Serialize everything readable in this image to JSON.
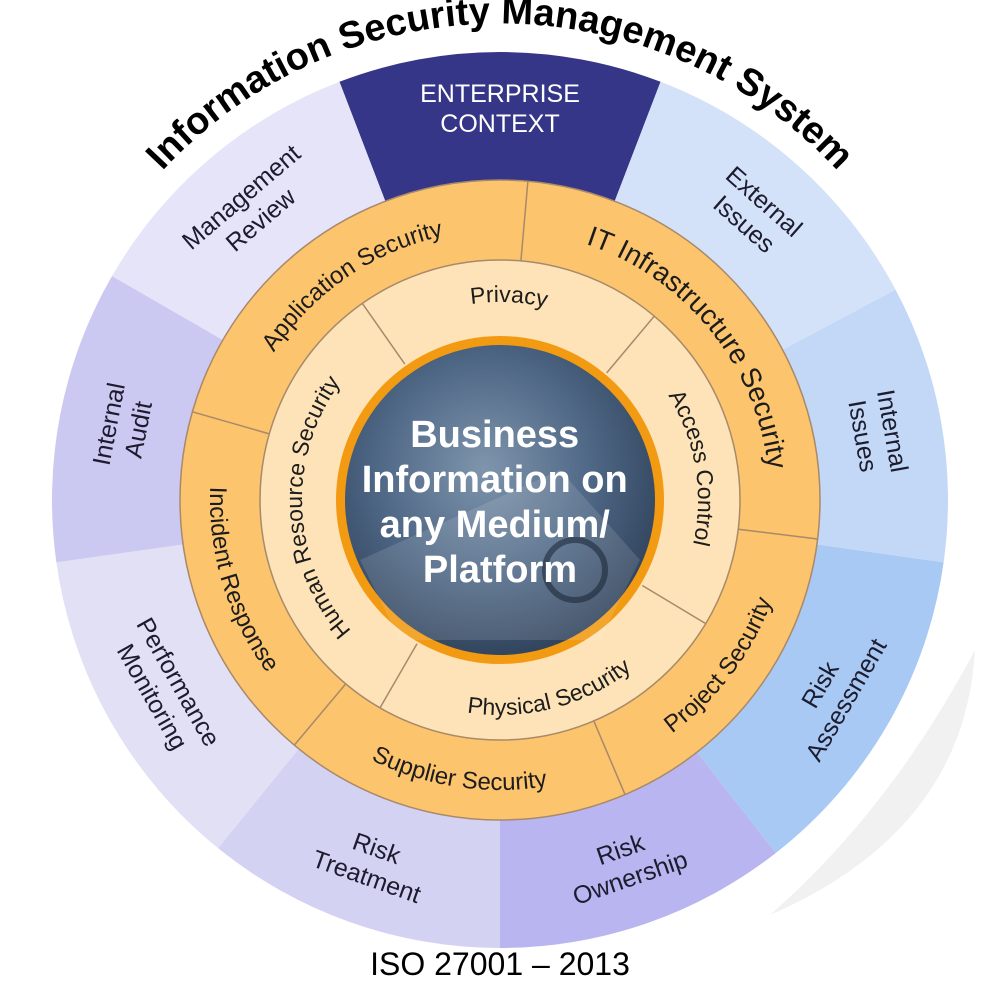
{
  "title": "Information Security Management System",
  "footer": "ISO 27001 – 2013",
  "outer_ring": [
    {
      "lines": [
        "ENTERPRISE",
        "CONTEXT"
      ],
      "color": "#363688"
    },
    {
      "lines": [
        "External",
        "Issues"
      ],
      "color": "#d3e2f8"
    },
    {
      "lines": [
        "Internal",
        "Issues"
      ],
      "color": "#c3d8f6"
    },
    {
      "lines": [
        "Risk",
        "Assessment"
      ],
      "color": "#a8c9f3"
    },
    {
      "lines": [
        "Risk",
        "Ownership"
      ],
      "color": "#b8b5f0"
    },
    {
      "lines": [
        "Risk",
        "Treatment"
      ],
      "color": "#d4d2f3"
    },
    {
      "lines": [
        "Performance",
        "Monitoring"
      ],
      "color": "#e2e0f5"
    },
    {
      "lines": [
        "Internal",
        "Audit"
      ],
      "color": "#cbc9f1"
    },
    {
      "lines": [
        "Management",
        "Review"
      ],
      "color": "#e6e4f8"
    }
  ],
  "middle_ring": [
    {
      "label": "IT Infrastructure Security"
    },
    {
      "label": "Project Security"
    },
    {
      "label": "Supplier Security"
    },
    {
      "label": "Incident Response"
    },
    {
      "label": "Application Security"
    }
  ],
  "inner_ring": [
    {
      "label": "Privacy"
    },
    {
      "label": "Access Control"
    },
    {
      "label": "Physical Security"
    },
    {
      "label": "Human Resource Security"
    }
  ],
  "core": {
    "lines": [
      "Business",
      "Information on",
      "any Medium/",
      "Platform"
    ]
  },
  "colors": {
    "middle_fill": "#fcc46c",
    "inner_fill": "#fde3b7",
    "core_ring": "#f29a12",
    "core_fill": "#4d6684",
    "divider": "#a8896a"
  }
}
